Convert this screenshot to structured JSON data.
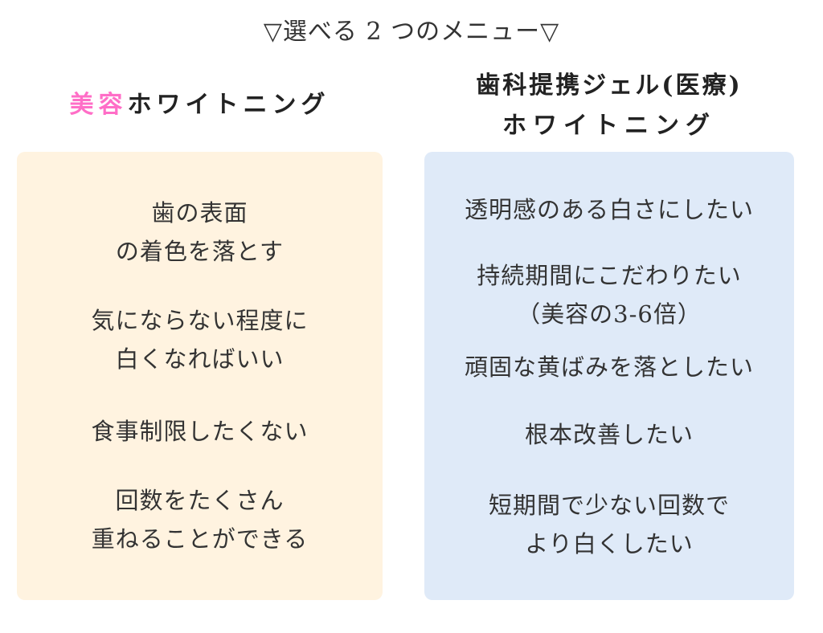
{
  "title": "▽選べる 2 つのメニュー▽",
  "colors": {
    "accent_pink": "#ff6ec7",
    "left_panel_bg": "#fff3e0",
    "right_panel_bg": "#dfeaf8",
    "text": "#333333"
  },
  "left": {
    "heading_accent": "美容",
    "heading_rest": "ホワイトニング",
    "items": [
      {
        "line1": "歯の表面",
        "line2": "の着色を落とす"
      },
      {
        "line1": "気にならない程度に",
        "line2": "白くなればいい"
      },
      {
        "line1": "食事制限したくない"
      },
      {
        "line1": "回数をたくさん",
        "line2": "重ねることができる"
      }
    ]
  },
  "right": {
    "heading_line1": "歯科提携ジェル(医療)",
    "heading_line2": "ホワイトニング",
    "items": [
      {
        "line1": "透明感のある白さにしたい"
      },
      {
        "line1": "持続期間にこだわりたい",
        "line2": "（美容の3-6倍）"
      },
      {
        "line1": "頑固な黄ばみを落としたい"
      },
      {
        "line1": "根本改善したい"
      },
      {
        "line1": "短期間で少ない回数で",
        "line2": "より白くしたい"
      }
    ]
  }
}
